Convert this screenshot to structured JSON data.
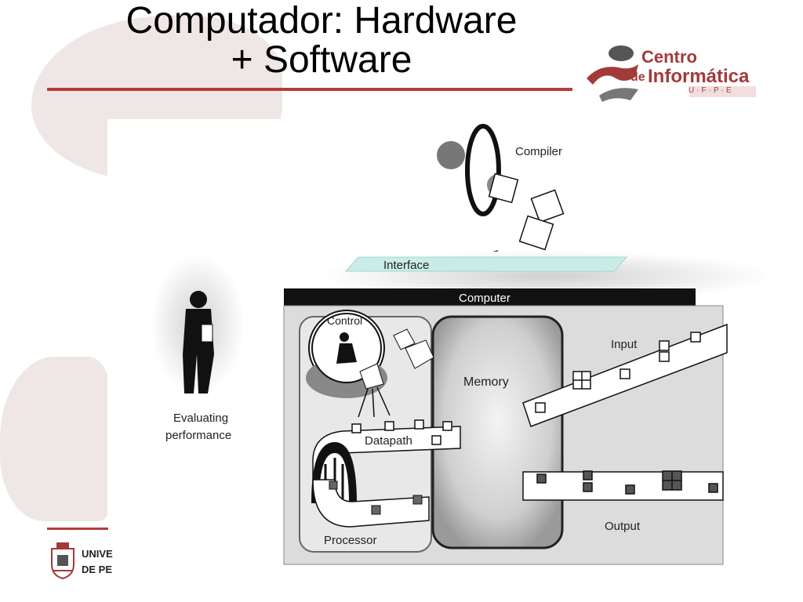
{
  "slide": {
    "title_line1": "Computador: Hardware",
    "title_line2": "+ Software",
    "accent_color": "#b83a3a",
    "logo": {
      "line1": "Centro",
      "prefix": "de",
      "line2": "Informática",
      "sub": "U·F·P·E"
    },
    "footer": {
      "line1": "UNIVE",
      "line2": "DE PE"
    }
  },
  "diagram": {
    "compiler": "Compiler",
    "interface": "Interface",
    "computer": "Computer",
    "control": "Control",
    "memory": "Memory",
    "input": "Input",
    "datapath": "Datapath",
    "output": "Output",
    "processor": "Processor",
    "evaluating_line1": "Evaluating",
    "evaluating_line2": "performance"
  }
}
